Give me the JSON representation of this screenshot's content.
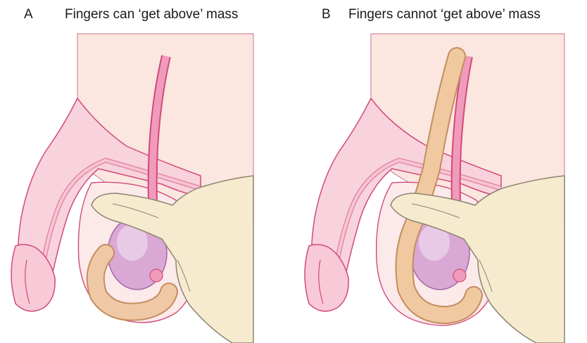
{
  "panels": [
    {
      "letter": "A",
      "title": "Fingers can ‘get above’ mass"
    },
    {
      "letter": "B",
      "title": "Fingers cannot ‘get above’ mass"
    }
  ],
  "colors": {
    "skin_background": "#fbe6e0",
    "skin_outline": "#d14a78",
    "penis_inner": "#f2a6c0",
    "cord": "#f19bbc",
    "testis": "#d9a8d4",
    "epididymis": "#efc9a6",
    "hernia_sac": "#f0c9a0",
    "hand": "#f6ebcf",
    "hand_outline": "#8c8470"
  }
}
